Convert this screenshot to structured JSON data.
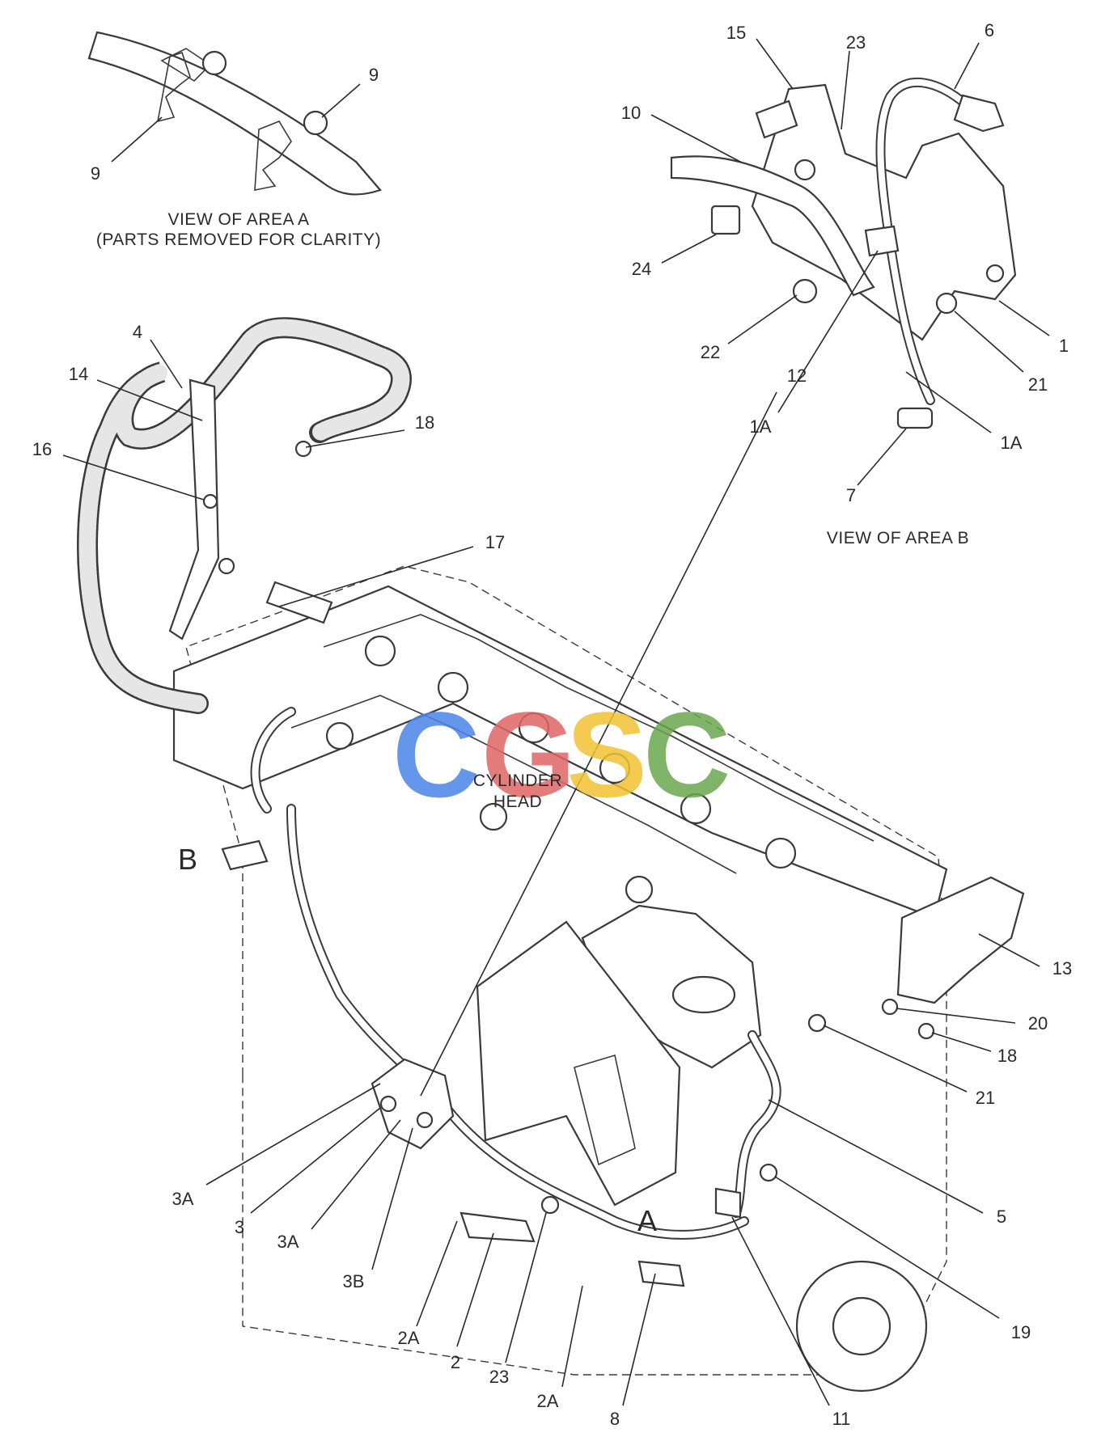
{
  "views": {
    "area_a": {
      "caption_line1": "VIEW OF AREA  A",
      "caption_line2": "(PARTS REMOVED FOR CLARITY)",
      "callouts": [
        "9",
        "9"
      ]
    },
    "area_b": {
      "caption": "VIEW OF AREA  B",
      "callouts": [
        "15",
        "23",
        "6",
        "10",
        "24",
        "22",
        "1",
        "21",
        "1A",
        "1A",
        "7"
      ]
    }
  },
  "main": {
    "block_label_line1": "CYLINDER",
    "block_label_line2": "HEAD",
    "area_marker_b": "B",
    "area_marker_a": "A",
    "callouts": [
      "4",
      "14",
      "16",
      "18",
      "17",
      "12",
      "13",
      "20",
      "18",
      "21",
      "5",
      "19",
      "11",
      "8",
      "2A",
      "23",
      "2",
      "2A",
      "3B",
      "3A",
      "3",
      "3A"
    ]
  },
  "watermark": {
    "letters": [
      "C",
      "G",
      "S",
      "C"
    ],
    "colors": [
      "#4a86e8",
      "#e06666",
      "#f1c232",
      "#6aa84f"
    ]
  }
}
